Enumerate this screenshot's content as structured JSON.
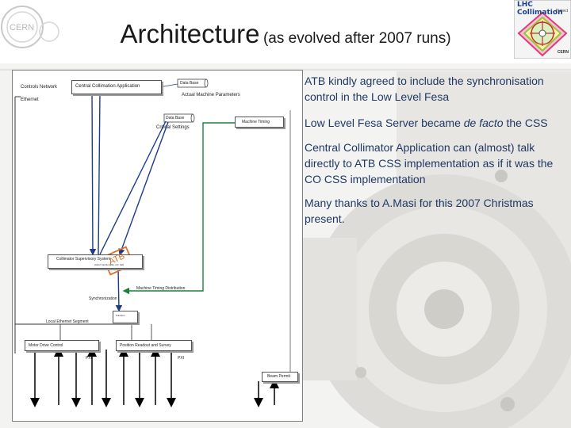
{
  "slide": {
    "title": "Architecture",
    "subtitle": "(as evolved after 2007 runs)"
  },
  "logos": {
    "cern": "CERN",
    "lhc_title": "LHC Collimation",
    "lhc_project": "Project",
    "lhc_cern": "CERN"
  },
  "diagram": {
    "controls_network": "Controls Network",
    "ethernet": "Ethernet",
    "central_app": "Central Collimation Application",
    "database_1": "Data Base",
    "actual_params": "Actual Machine Parameters",
    "database_2": "Data Base",
    "critical_settings": "Critical Settings",
    "machine_timing": "Machine Timing",
    "supervisor": "Collimator Supervisory System",
    "supervisor_sub": "(Abort functionality, ctrl. hdl)",
    "atb_stamp": "ATB",
    "timing_distribution": "Machine Timing Distribution",
    "synchronization": "Synchronization",
    "switch_label": "Function",
    "local_ethernet": "Local Ethernet Segment",
    "motor_drive": "Motor Drive Control",
    "pxi_1": "PXI",
    "position_readout": "Position Readout and Survey",
    "pxi_2": "PXI",
    "beam_permit": "Beam Permit"
  },
  "bullets": {
    "b1": "ATB kindly agreed to include the synchronisation control in the Low Level Fesa",
    "b2_pre": "Low Level Fesa Server became ",
    "b2_em": "de facto",
    "b2_post": " the CSS",
    "b3": "Central Collimator Application can (almost) talk directly to ATB CSS implementation as if it was the CO CSS implementation",
    "b4": "Many thanks to A.Masi for this 2007 Christmas present."
  },
  "colors": {
    "bullet_text": "#1f3864",
    "arrow_blue": "#1f3a8a",
    "arrow_green": "#1d7f3e",
    "stamp_orange": "#e56b1f"
  }
}
